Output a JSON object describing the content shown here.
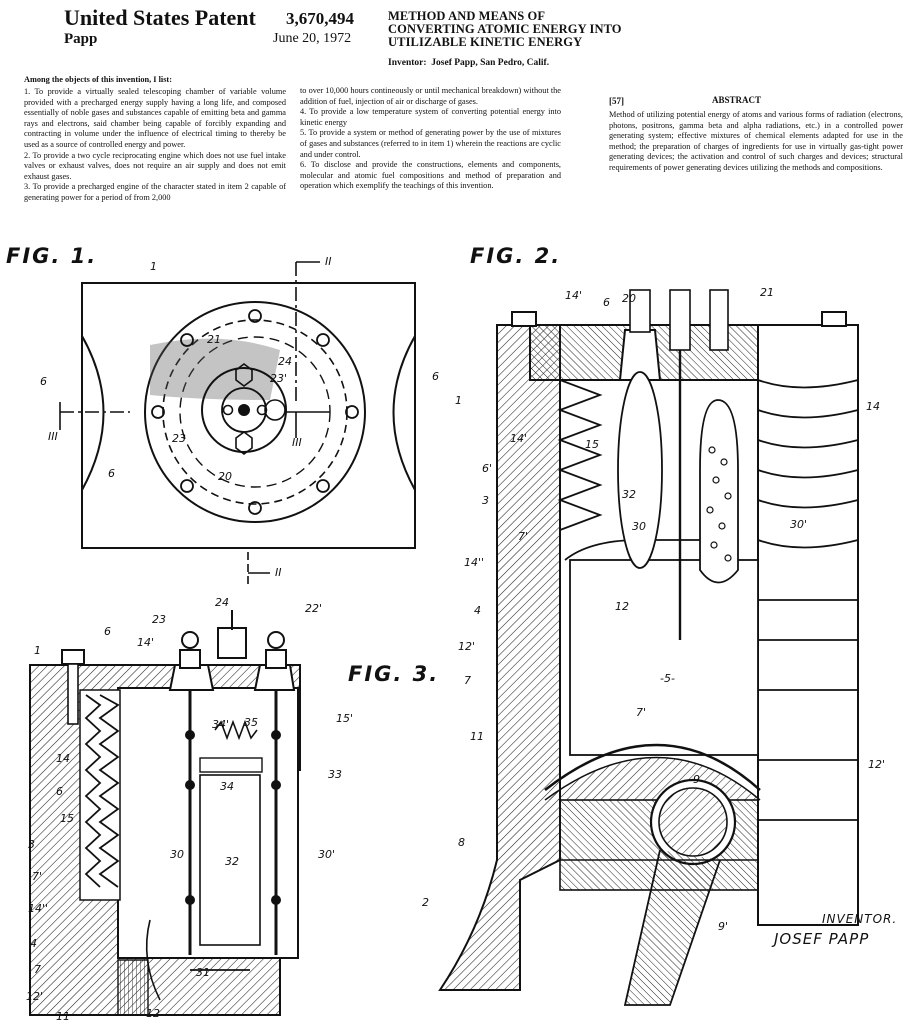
{
  "header": {
    "left_title": "United States Patent",
    "inventor_short": "Papp",
    "patent_number": "3,670,494",
    "date": "June 20, 1972",
    "title_lines": [
      "METHOD AND MEANS OF",
      "CONVERTING ATOMIC ENERGY INTO",
      "UTILIZABLE KINETIC ENERGY"
    ],
    "inventor_label": "Inventor:",
    "inventor_full": "Josef Papp, San Pedro, Calif."
  },
  "objects": {
    "intro": "Among the objects of this invention, I list:",
    "col1": [
      "1. To provide a virtually sealed telescoping chamber of variable volume provided with a precharged energy supply having a long life, and composed essentially of noble gases and substances capable of emitting beta and gamma rays and electrons, said chamber being capable of forcibly expanding and contracting in volume under the influence of electrical timing to thereby be used as a source of controlled energy and power.",
      "2. To provide a two cycle reciprocating engine which does not use fuel intake valves or exhaust valves, does not require an air supply and does not emit exhaust gases.",
      "3. To provide a precharged engine of the character stated in item 2 capable of generating power for a period of from 2,000"
    ],
    "col2": [
      "to over 10,000 hours contineously or until mechanical breakdown) without the addition of fuel, injection of air or discharge of gases.",
      "4. To provide a low temperature system of converting potential energy into kinetic energy",
      "5. To provide a system or method of generating power by the use of mixtures of gases and substances (referred to in item 1) wherein the reactions are cyclic and under control.",
      "6. To disclose and provide the constructions, elements and components, molecular and atomic fuel compositions and method of preparation and operation which exemplify the teachings of this invention."
    ]
  },
  "abstract": {
    "number": "[57]",
    "heading": "ABSTRACT",
    "text": "Method of utilizing potential energy of atoms and various forms of radiation (electrons, photons, positrons, gamma beta and alpha radiations, etc.) in a controlled power generating system; effective mixtures of chemical elements adapted for use in the method; the preparation of charges of ingredients for use in virtually gas-tight power generating devices; the activation and control of such charges and devices; structural requirements of power generating devices utilizing the methods and compositions."
  },
  "figures": {
    "fig1": {
      "title": "FIG. 1.",
      "labels": [
        "1",
        "6",
        "6",
        "6",
        "21",
        "24",
        "23'",
        "23",
        "20",
        "II",
        "II",
        "III",
        "III"
      ]
    },
    "fig2": {
      "title": "FIG. 2.",
      "labels": [
        "14'",
        "6",
        "20",
        "21",
        "1",
        "14",
        "14'",
        "15",
        "6'",
        "3",
        "32",
        "30",
        "30'",
        "7'",
        "14''",
        "4",
        "12",
        "12'",
        "7",
        "-5-",
        "11",
        "7'",
        "12'",
        "9",
        "8",
        "2",
        "9'"
      ]
    },
    "fig3": {
      "title": "FIG. 3.",
      "labels": [
        "1",
        "6",
        "14'",
        "23",
        "24",
        "22'",
        "15'",
        "34'",
        "35",
        "33",
        "14",
        "6",
        "34",
        "15",
        "3",
        "30",
        "32",
        "30'",
        "7'",
        "14''",
        "4",
        "7",
        "12'",
        "11",
        "12",
        "31"
      ]
    },
    "signature": {
      "label": "INVENTOR.",
      "name": "JOSEF PAPP"
    }
  }
}
